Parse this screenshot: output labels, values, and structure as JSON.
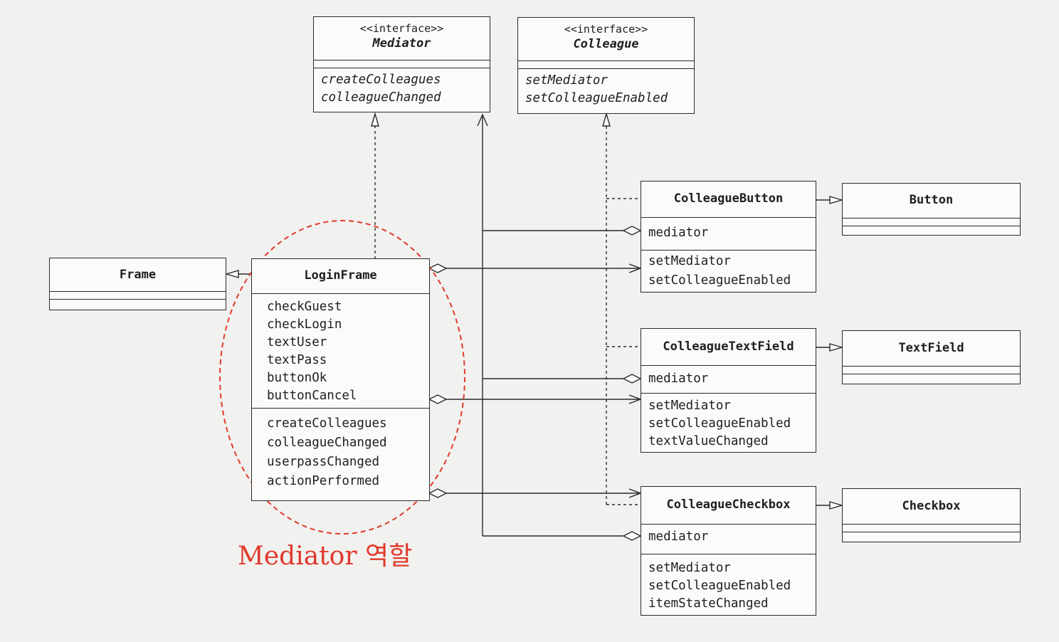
{
  "diagram": {
    "classes": {
      "mediator": {
        "stereotype": "<<interface>>",
        "name": "Mediator",
        "attributes": [],
        "methods": [
          "createColleagues",
          "colleagueChanged"
        ]
      },
      "colleague": {
        "stereotype": "<<interface>>",
        "name": "Colleague",
        "attributes": [],
        "methods": [
          "setMediator",
          "setColleagueEnabled"
        ]
      },
      "frame": {
        "name": "Frame"
      },
      "login_frame": {
        "name": "LoginFrame",
        "attributes": [
          "checkGuest",
          "checkLogin",
          "textUser",
          "textPass",
          "buttonOk",
          "buttonCancel"
        ],
        "methods": [
          "createColleagues",
          "colleagueChanged",
          "userpassChanged",
          "actionPerformed"
        ]
      },
      "colleague_button": {
        "name": "ColleagueButton",
        "attributes": [
          "mediator"
        ],
        "methods": [
          "setMediator",
          "setColleagueEnabled"
        ]
      },
      "button": {
        "name": "Button"
      },
      "colleague_textfield": {
        "name": "ColleagueTextField",
        "attributes": [
          "mediator"
        ],
        "methods": [
          "setMediator",
          "setColleagueEnabled",
          "textValueChanged"
        ]
      },
      "textfield": {
        "name": "TextField"
      },
      "colleague_checkbox": {
        "name": "ColleagueCheckbox",
        "attributes": [
          "mediator"
        ],
        "methods": [
          "setMediator",
          "setColleagueEnabled",
          "itemStateChanged"
        ]
      },
      "checkbox": {
        "name": "Checkbox"
      }
    },
    "relations": [
      {
        "from": "LoginFrame",
        "to": "Mediator",
        "type": "realization"
      },
      {
        "from": "ColleagueButton",
        "to": "Colleague",
        "type": "realization"
      },
      {
        "from": "ColleagueTextField",
        "to": "Colleague",
        "type": "realization"
      },
      {
        "from": "ColleagueCheckbox",
        "to": "Colleague",
        "type": "realization"
      },
      {
        "from": "LoginFrame",
        "to": "Frame",
        "type": "generalization"
      },
      {
        "from": "ColleagueButton",
        "to": "Button",
        "type": "generalization"
      },
      {
        "from": "ColleagueTextField",
        "to": "TextField",
        "type": "generalization"
      },
      {
        "from": "ColleagueCheckbox",
        "to": "Checkbox",
        "type": "generalization"
      },
      {
        "from": "LoginFrame",
        "to": "ColleagueButton",
        "type": "aggregation"
      },
      {
        "from": "LoginFrame",
        "to": "ColleagueTextField",
        "type": "aggregation"
      },
      {
        "from": "LoginFrame",
        "to": "ColleagueCheckbox",
        "type": "aggregation"
      },
      {
        "from": "ColleagueButton",
        "to": "Mediator",
        "type": "aggregation"
      },
      {
        "from": "ColleagueTextField",
        "to": "Mediator",
        "type": "aggregation"
      },
      {
        "from": "ColleagueCheckbox",
        "to": "Mediator",
        "type": "aggregation"
      }
    ],
    "annotation": {
      "text": "Mediator 역할",
      "color": "#e0392b"
    },
    "colors": {
      "line": "#2a2a2a",
      "box_fill": "#fbfbf9",
      "background": "#f1f1ef"
    }
  }
}
